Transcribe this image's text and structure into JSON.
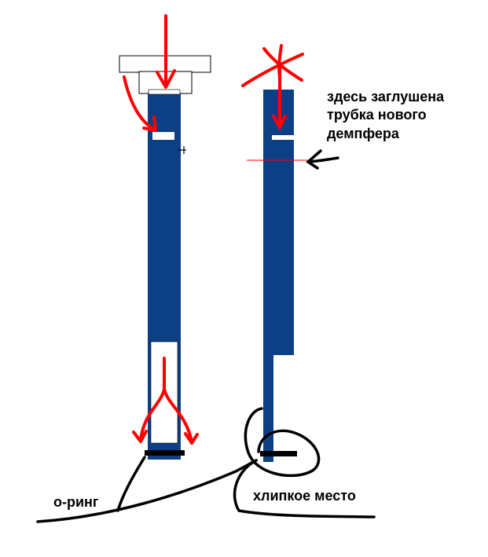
{
  "colors": {
    "tube": "#0d3f85",
    "arrow": "#ff0000",
    "ink": "#000000",
    "cap": "#ffffff",
    "background": "#ffffff"
  },
  "annotations": {
    "plug_note_line1": "здесь заглушена",
    "plug_note_line2": "трубка нового",
    "plug_note_line3": "демпфера",
    "oring_label": "о-ринг",
    "weak_spot_label": "хлипкое место"
  },
  "icons": {
    "flow_arrow": "red-arrow",
    "blocked": "red-cross-mark",
    "pointer": "black-arrow",
    "highlight": "black-circle"
  }
}
